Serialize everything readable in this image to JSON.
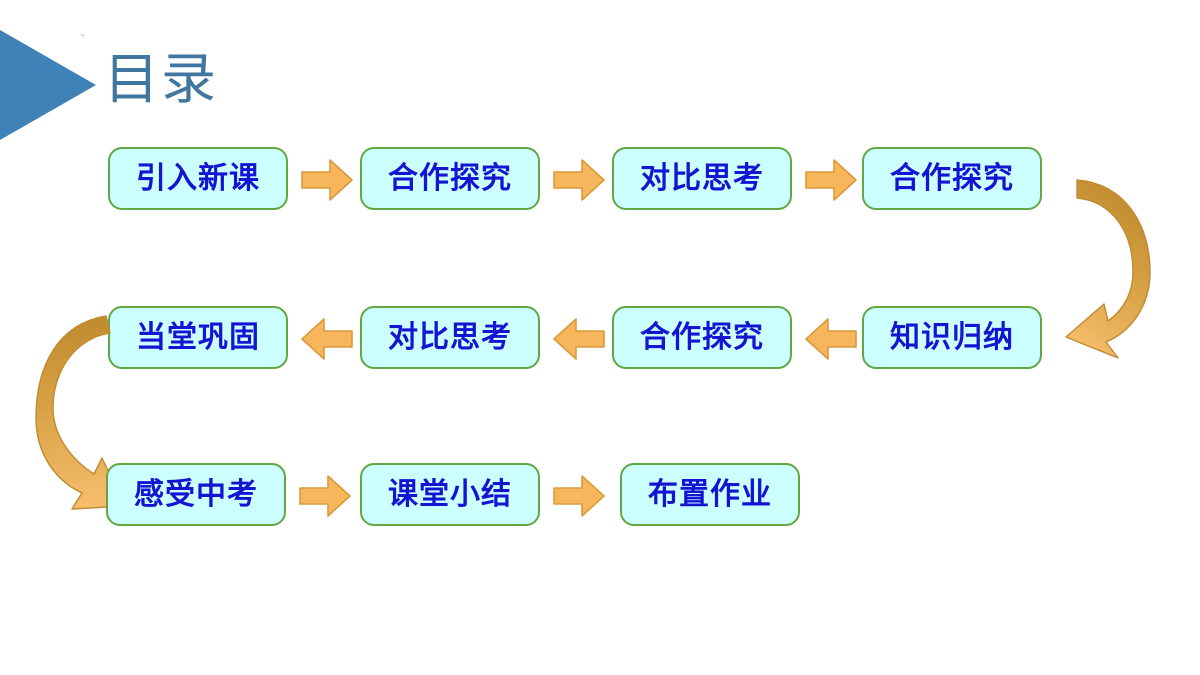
{
  "slide": {
    "title": "目录",
    "title_color": "#41779F",
    "triangle_color": "#3E82B8",
    "background": "#ffffff",
    "box_fill": "#CCFFFF",
    "box_border": "#63A744",
    "box_text_color": "#1414D2",
    "arrow_fill": "#F8B65C",
    "arrow_stroke": "#D99A3C",
    "curve_fill_dark": "#C08A2E",
    "curve_fill_light": "#F5BA67"
  },
  "flow": {
    "rows": [
      {
        "direction": "right",
        "items": [
          {
            "label": "引入新课"
          },
          {
            "label": "合作探究"
          },
          {
            "label": "对比思考"
          },
          {
            "label": "合作探究"
          }
        ]
      },
      {
        "direction": "left",
        "items": [
          {
            "label": "当堂巩固"
          },
          {
            "label": "对比思考"
          },
          {
            "label": "合作探究"
          },
          {
            "label": "知识归纳"
          }
        ]
      },
      {
        "direction": "right",
        "items": [
          {
            "label": "感受中考"
          },
          {
            "label": "课堂小结"
          },
          {
            "label": "布置作业"
          }
        ]
      }
    ],
    "connectors": [
      {
        "name": "arrow-row1-1",
        "type": "straight",
        "direction": "right"
      },
      {
        "name": "arrow-row1-2",
        "type": "straight",
        "direction": "right"
      },
      {
        "name": "arrow-row1-3",
        "type": "straight",
        "direction": "right"
      },
      {
        "name": "curve-right",
        "type": "curved",
        "direction": "down-left"
      },
      {
        "name": "arrow-row2-1",
        "type": "straight",
        "direction": "left"
      },
      {
        "name": "arrow-row2-2",
        "type": "straight",
        "direction": "left"
      },
      {
        "name": "arrow-row2-3",
        "type": "straight",
        "direction": "left"
      },
      {
        "name": "curve-left",
        "type": "curved",
        "direction": "down-right"
      },
      {
        "name": "arrow-row3-1",
        "type": "straight",
        "direction": "right"
      },
      {
        "name": "arrow-row3-2",
        "type": "straight",
        "direction": "right"
      }
    ]
  }
}
